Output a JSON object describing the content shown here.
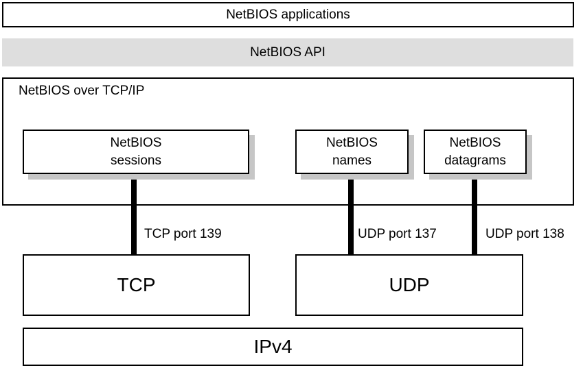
{
  "colors": {
    "background": "#ffffff",
    "text": "#000000",
    "border": "#000000",
    "connector": "#000000",
    "api_bar_bg": "#dedede",
    "shadow": "#c6c6c6"
  },
  "diagram": {
    "applications": {
      "label": "NetBIOS applications"
    },
    "api": {
      "label": "NetBIOS API"
    },
    "nbt": {
      "label": "NetBIOS over TCP/IP",
      "components": [
        {
          "line1": "NetBIOS",
          "line2": "sessions"
        },
        {
          "line1": "NetBIOS",
          "line2": "names"
        },
        {
          "line1": "NetBIOS",
          "line2": "datagrams"
        }
      ]
    },
    "connectors": [
      {
        "label": "TCP port 139"
      },
      {
        "label": "UDP port 137"
      },
      {
        "label": "UDP port 138"
      }
    ],
    "transport": [
      {
        "label": "TCP"
      },
      {
        "label": "UDP"
      }
    ],
    "network": {
      "label": "IPv4"
    }
  }
}
